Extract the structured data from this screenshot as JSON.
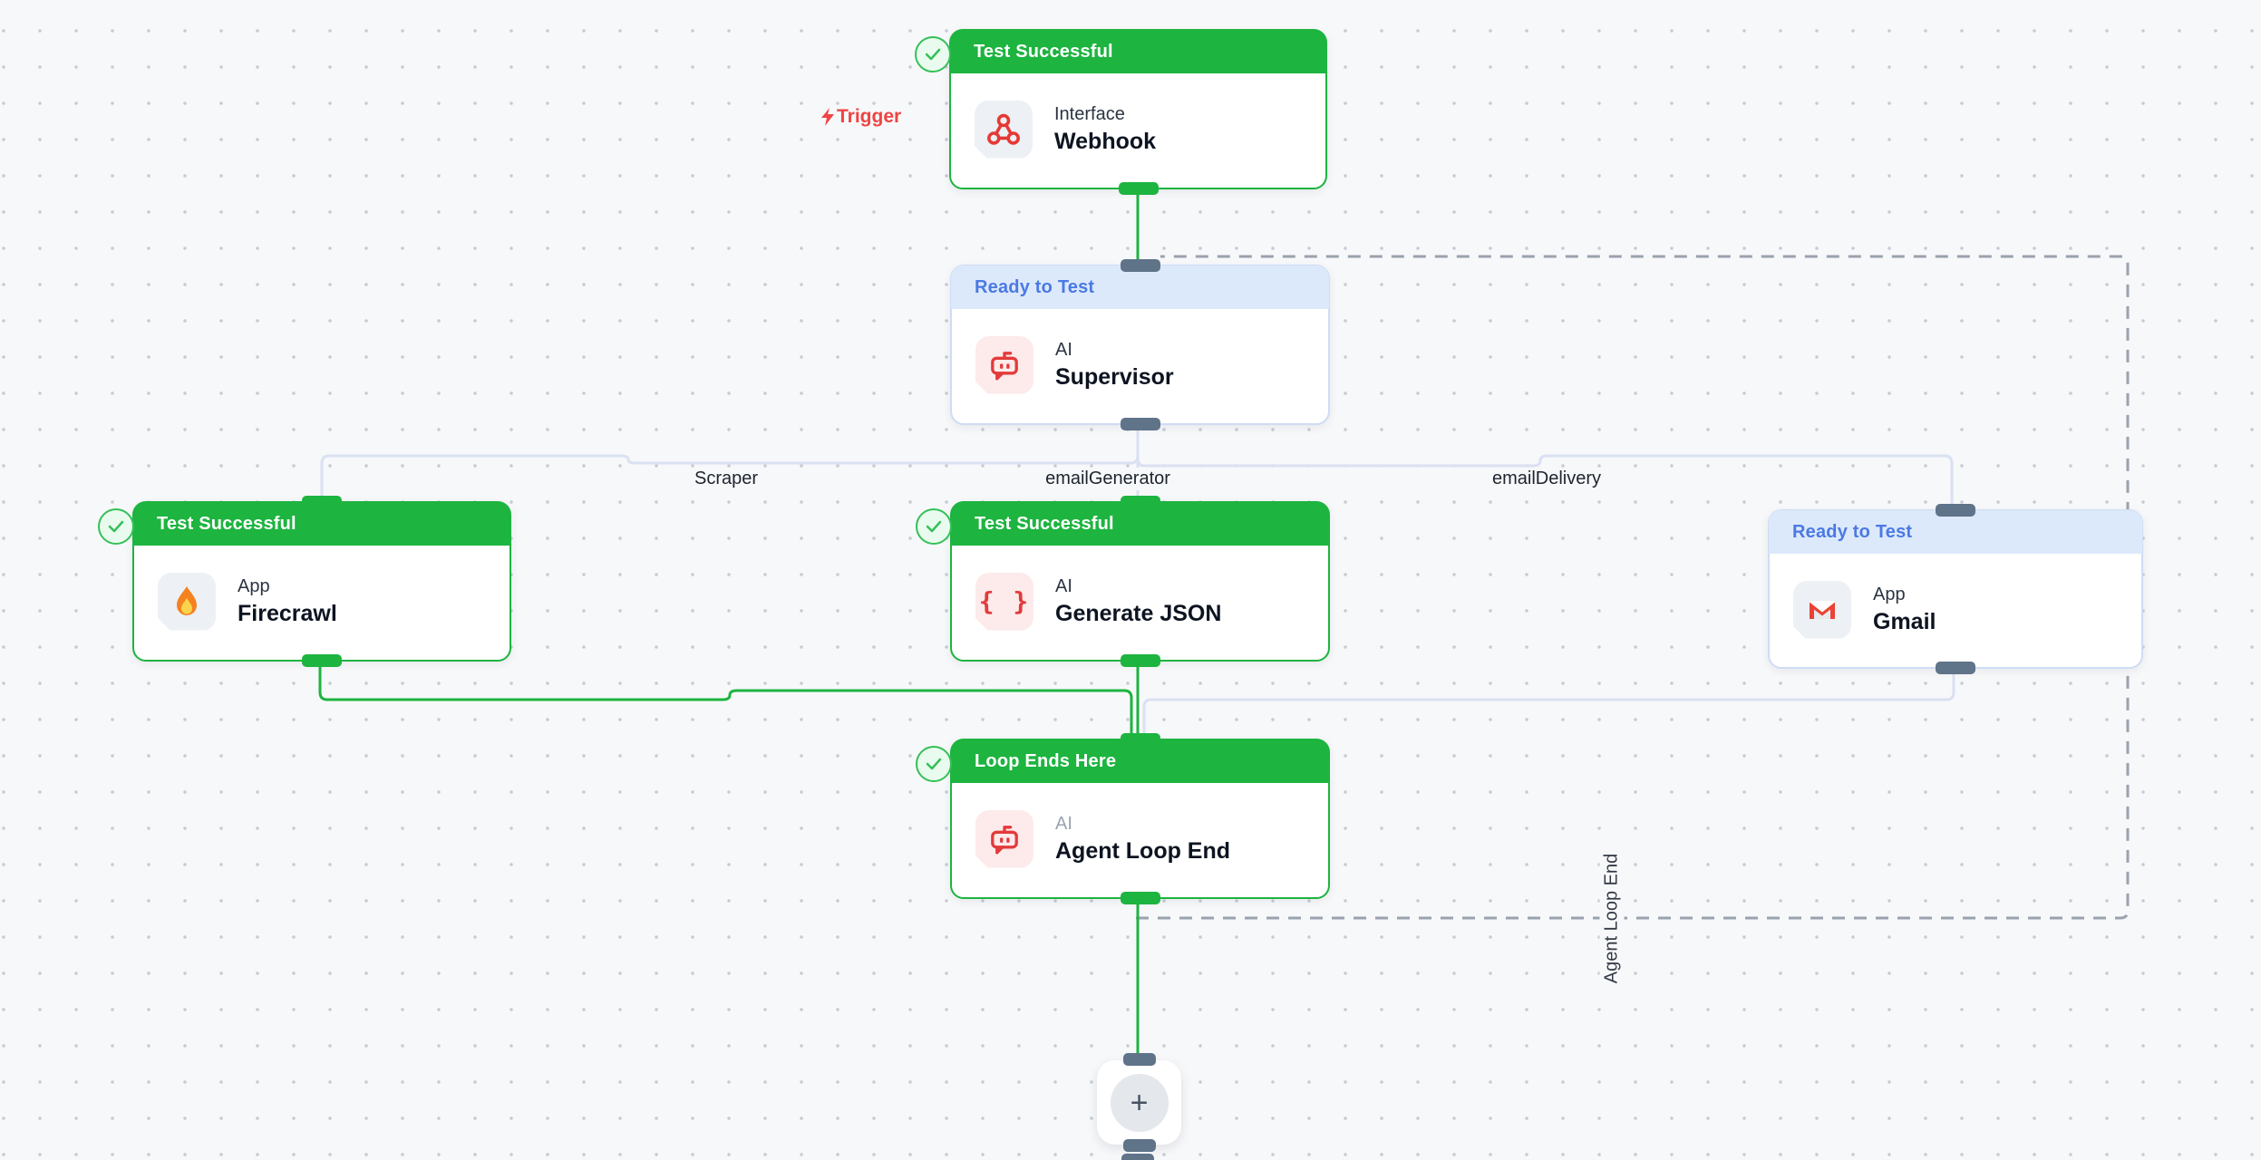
{
  "canvas": {
    "background": "#f7f8fa",
    "dot_color": "#c6cbd4"
  },
  "trigger": {
    "text": "Trigger",
    "icon": "lightning-bolt",
    "color": "#ef4444"
  },
  "nodes": [
    {
      "id": "webhook",
      "status": "Test Successful",
      "status_type": "success",
      "category": "Interface",
      "title": "Webhook",
      "icon": "webhook-icon",
      "checked": true
    },
    {
      "id": "supervisor",
      "status": "Ready to Test",
      "status_type": "ready",
      "category": "AI",
      "title": "Supervisor",
      "icon": "robot-icon",
      "checked": false
    },
    {
      "id": "firecrawl",
      "status": "Test Successful",
      "status_type": "success",
      "category": "App",
      "title": "Firecrawl",
      "icon": "fire-icon",
      "checked": true
    },
    {
      "id": "generate-json",
      "status": "Test Successful",
      "status_type": "success",
      "category": "AI",
      "title": "Generate JSON",
      "icon": "braces-icon",
      "checked": true
    },
    {
      "id": "gmail",
      "status": "Ready to Test",
      "status_type": "ready",
      "category": "App",
      "title": "Gmail",
      "icon": "gmail-icon",
      "checked": false
    },
    {
      "id": "agent-loop-end",
      "status": "Loop Ends Here",
      "status_type": "success",
      "category": "AI",
      "title": "Agent Loop End",
      "icon": "robot-icon",
      "checked": true
    }
  ],
  "edges": {
    "labels": [
      "Scraper",
      "emailGenerator",
      "emailDelivery"
    ],
    "loop_label": "Agent Loop End"
  },
  "plus_button": {
    "label": "+"
  },
  "colors": {
    "success_green": "#1db440",
    "ready_header_bg": "#dce9fb",
    "ready_text_blue": "#4b79e4",
    "slate_port": "#5f7389",
    "icon_red": "#e53935",
    "untested_edge": "#d9e1f2",
    "dashed_loop_edge": "#9aa2ad",
    "trigger_red": "#ef4444"
  }
}
